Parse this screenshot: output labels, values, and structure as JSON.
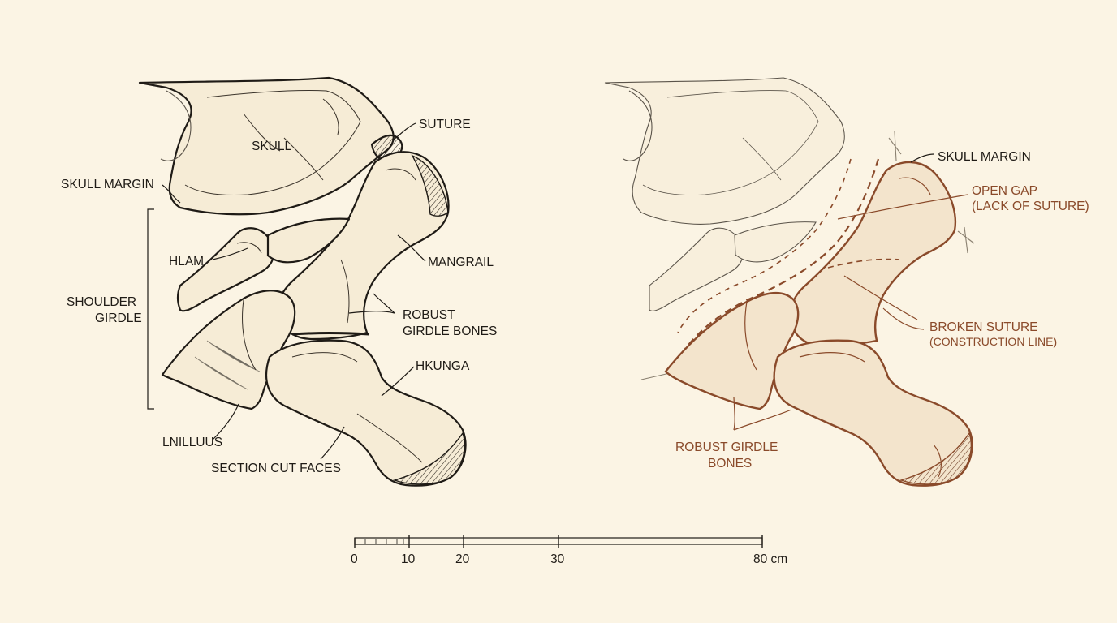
{
  "left_panel": {
    "labels": {
      "suture": "SUTURE",
      "skull": "SKULL",
      "skull_margin": "SKULL MARGIN",
      "hlam": "HLAM",
      "mangrail": "MANGRAIL",
      "shoulder_line1": "SHOULDER",
      "shoulder_line2": "GIRDLE",
      "robust_line1": "ROBUST",
      "robust_line2": "GIRDLE BONES",
      "hkunga": "HKUNGA",
      "lnilluus": "LNILLUUS",
      "section_cut": "SECTION CUT FACES"
    }
  },
  "right_panel": {
    "labels": {
      "skull_margin": "SKULL MARGIN",
      "open_gap_line1": "OPEN GAP",
      "open_gap_line2": "(LACK OF SUTURE)",
      "broken_line1": "BROKEN SUTURE",
      "broken_line2": "(CONSTRUCTION LINE)",
      "robust_line1": "ROBUST GIRDLE",
      "robust_line2": "BONES"
    }
  },
  "scale_bar": {
    "ticks": [
      "0",
      "10",
      "20",
      "30",
      "80 cm"
    ]
  },
  "colors": {
    "background": "#fbf4e4",
    "ink": "#1f1b16",
    "annotation_rust": "#8a4a2a",
    "bone_fill": "#f6ecd6"
  }
}
